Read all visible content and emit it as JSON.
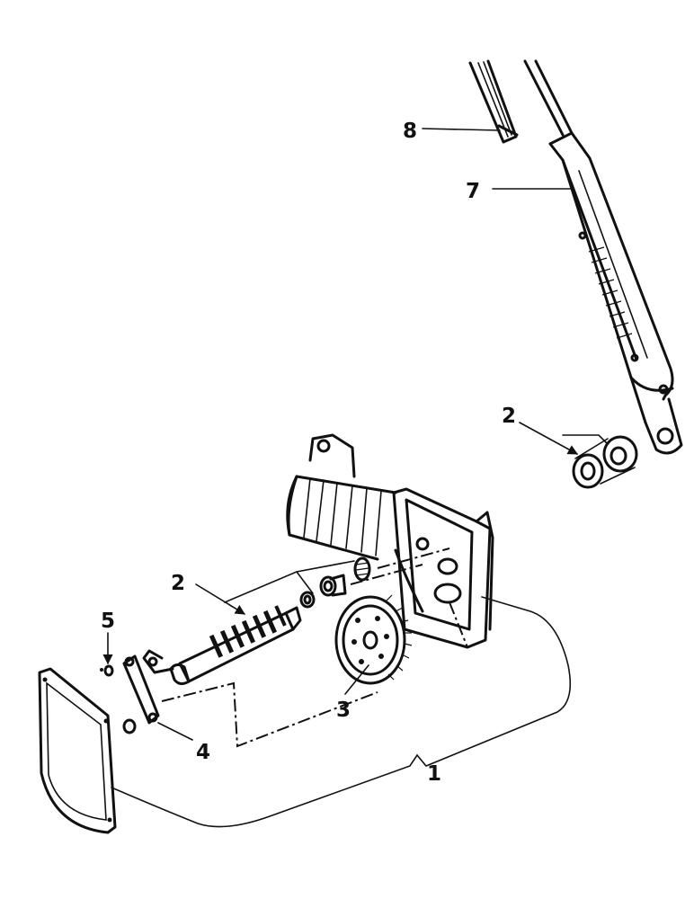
{
  "callouts": [
    {
      "id": "1",
      "text": "1"
    },
    {
      "id": "2a",
      "text": "2"
    },
    {
      "id": "2b",
      "text": "2"
    },
    {
      "id": "3",
      "text": "3"
    },
    {
      "id": "4",
      "text": "4"
    },
    {
      "id": "5",
      "text": "5"
    },
    {
      "id": "7",
      "text": "7"
    },
    {
      "id": "8",
      "text": "8"
    }
  ]
}
